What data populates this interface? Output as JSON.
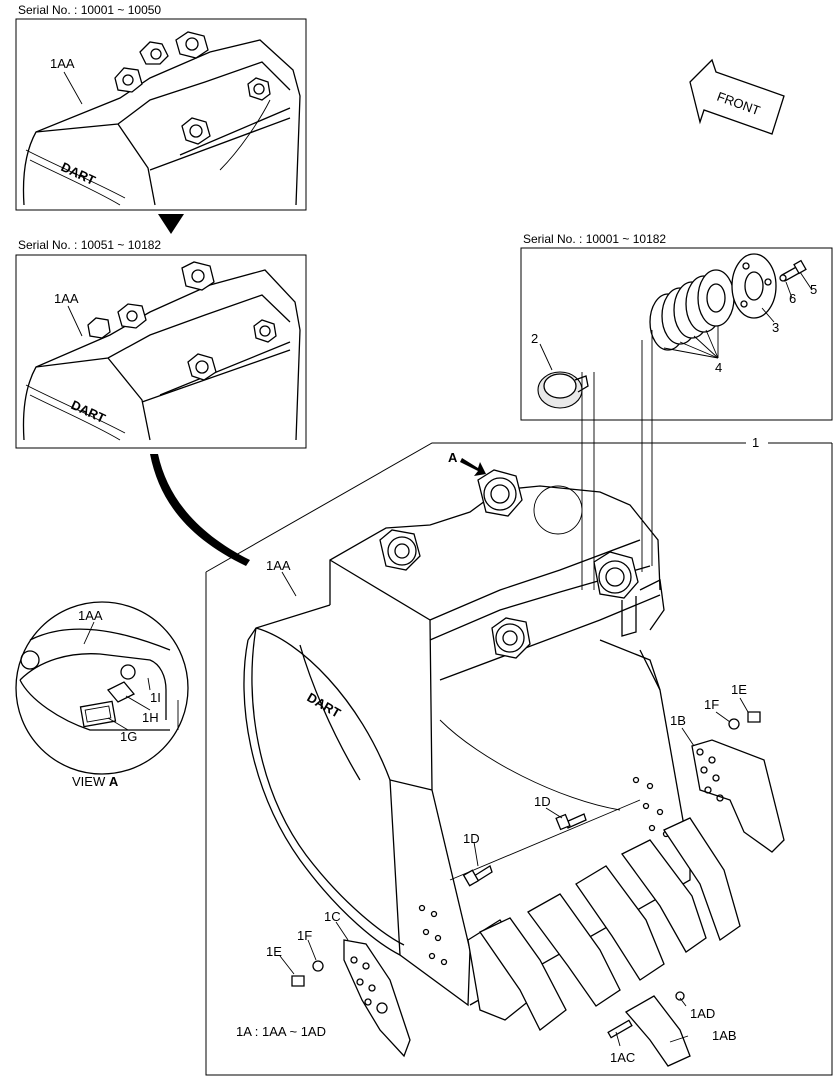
{
  "serial_labels": {
    "top_left": "Serial No. : 10001 ~ 10050",
    "mid_left": "Serial No. : 10051 ~ 10182",
    "right_inset": "Serial No. : 10001 ~ 10182"
  },
  "direction": {
    "front_label": "FRONT"
  },
  "view": {
    "prefix": "VIEW",
    "letter": "A",
    "marker": "A"
  },
  "brand": {
    "logo_text": "DART"
  },
  "assembly_note": "1A : 1AA ~ 1AD",
  "callouts": {
    "c1": "1",
    "c2": "2",
    "c3": "3",
    "c4": "4",
    "c5": "5",
    "c6": "6",
    "aa_top": "1AA",
    "aa_mid": "1AA",
    "aa_main": "1AA",
    "aa_view": "1AA",
    "c1b": "1B",
    "c1c": "1C",
    "c1d_right": "1D",
    "c1d_left": "1D",
    "c1e_right": "1E",
    "c1e_left": "1E",
    "c1f_right": "1F",
    "c1f_left": "1F",
    "c1g": "1G",
    "c1h": "1H",
    "c1i": "1I",
    "c1ab": "1AB",
    "c1ac": "1AC",
    "c1ad": "1AD"
  },
  "icons": {
    "direction": "front-arrow-icon",
    "pointer": "down-triangle-icon"
  }
}
